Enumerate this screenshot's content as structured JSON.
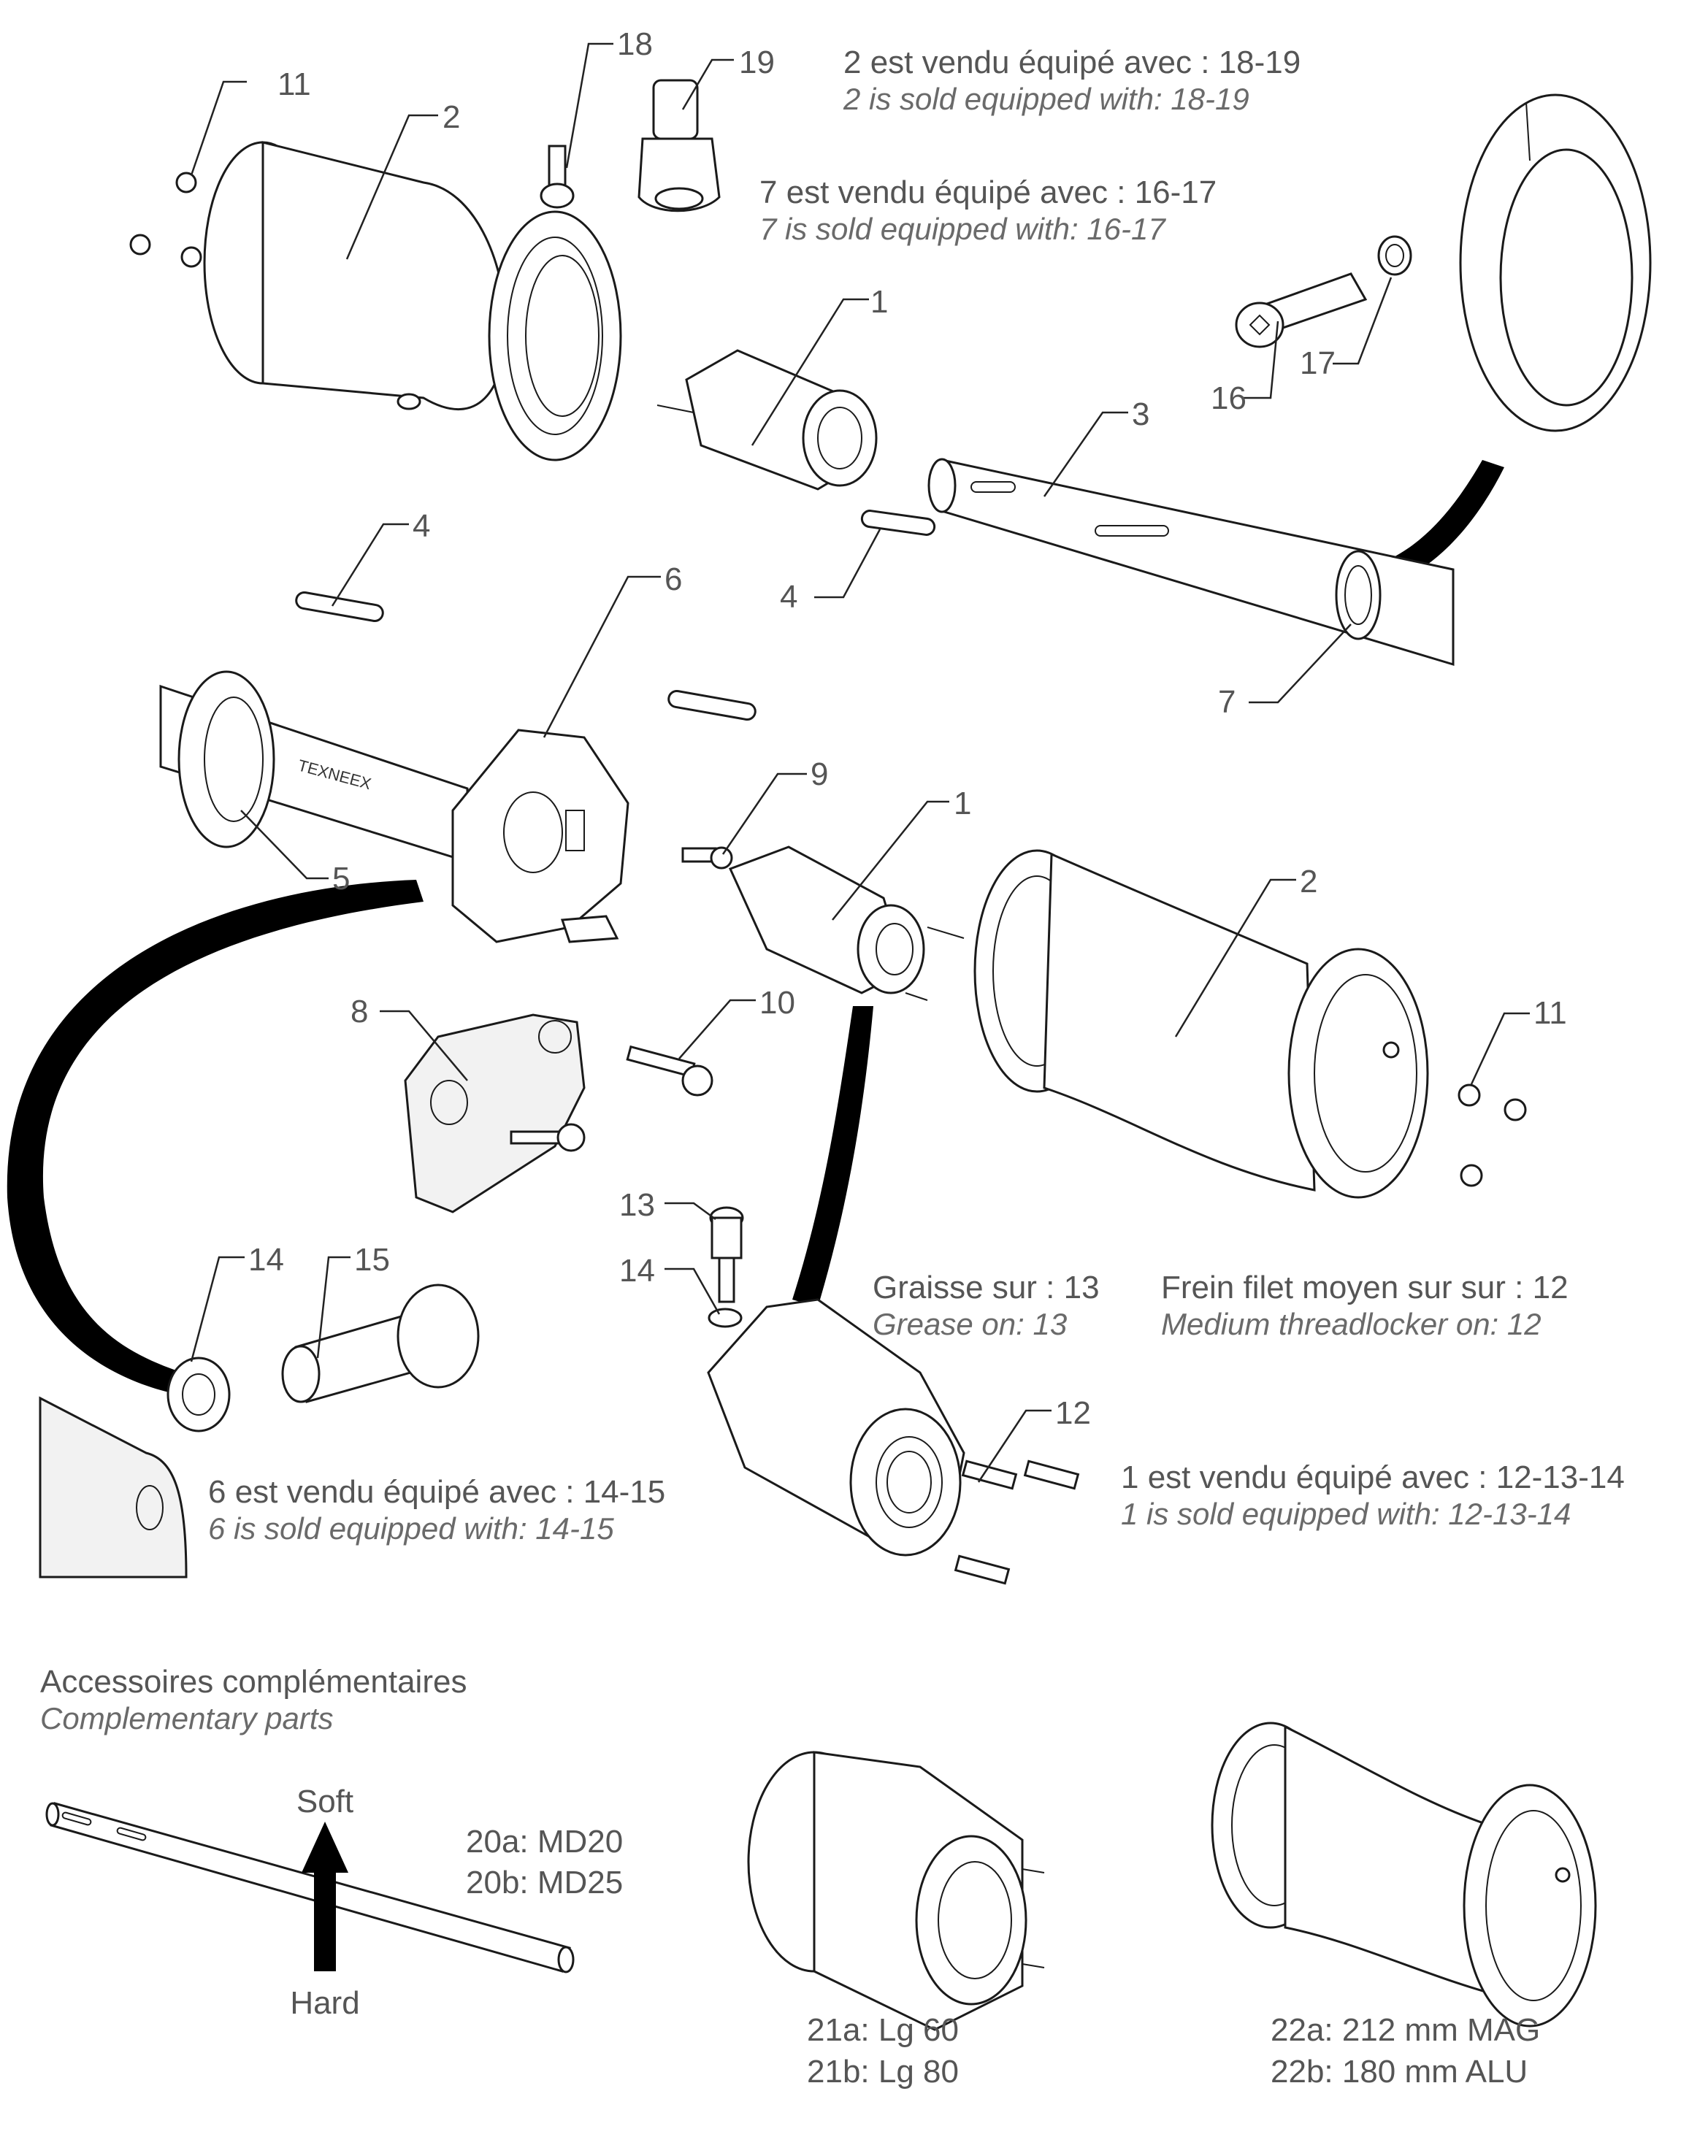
{
  "callouts": [
    "11",
    "2",
    "18",
    "19",
    "1",
    "3",
    "16",
    "17",
    "4",
    "4",
    "6",
    "7",
    "5",
    "9",
    "1",
    "2",
    "8",
    "10",
    "11",
    "13",
    "14",
    "14",
    "15",
    "12"
  ],
  "notes": {
    "n2_fr": "2 est vendu équipé avec : 18-19",
    "n2_en": "2 is sold equipped with: 18-19",
    "n7_fr": "7 est vendu équipé avec : 16-17",
    "n7_en": "7 is sold equipped with: 16-17",
    "grease_fr": "Graisse sur : 13",
    "grease_en": "Grease on: 13",
    "lock_fr": "Frein filet moyen sur sur : 12",
    "lock_en": "Medium threadlocker on: 12",
    "n6_fr": "6 est vendu équipé avec : 14-15",
    "n6_en": "6 is sold equipped with: 14-15",
    "n1_fr": "1 est vendu équipé avec : 12-13-14",
    "n1_en": "1 is sold equipped with: 12-13-14"
  },
  "accessories": {
    "title_fr": "Accessoires complémentaires",
    "title_en": "Complementary parts",
    "soft": "Soft",
    "hard": "Hard",
    "axle_a": "20a: MD20",
    "axle_b": "20b: MD25",
    "hub_a": "21a: Lg 60",
    "hub_b": "21b: Lg 80",
    "rim_a": "22a: 212 mm MAG",
    "rim_b": "22b: 180 mm ALU"
  },
  "brand_mark": "TEXNEEX"
}
